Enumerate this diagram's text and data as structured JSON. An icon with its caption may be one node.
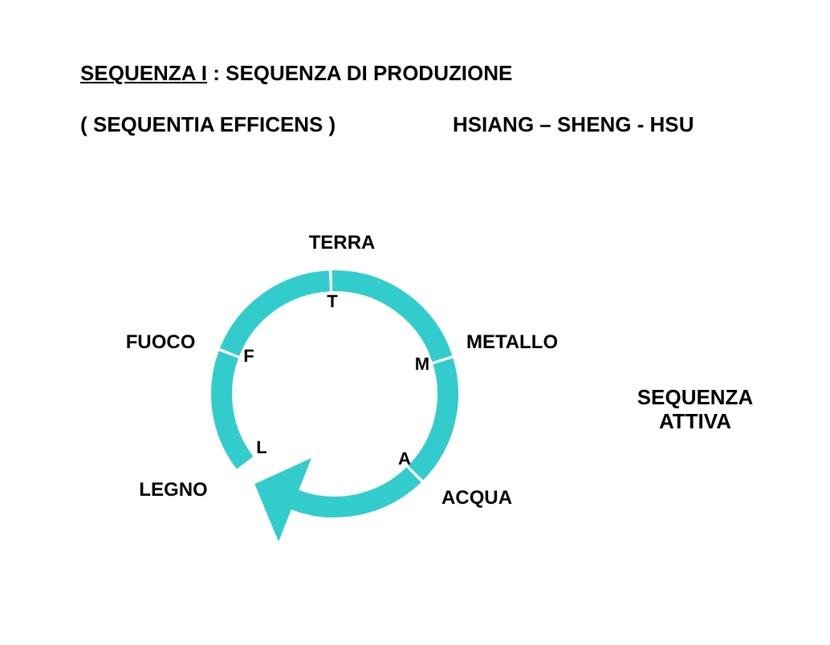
{
  "diagram": {
    "title": "SEQUENZA I : SEQUENZA DI PRODUZIONE",
    "nodes": [
      {
        "text": [
          "T"
        ],
        "beside": [
          "TERRA"
        ]
      },
      {
        "text": [
          "M"
        ],
        "beside": [
          "METALLO"
        ]
      },
      {
        "text": [
          "A"
        ],
        "beside": [
          "ACQUA"
        ]
      },
      {
        "text": [
          "L"
        ],
        "beside": [
          "LEGNO"
        ]
      },
      {
        "text": [
          "F"
        ],
        "beside": [
          "FUOCO"
        ]
      }
    ],
    "edges": [
      {
        "from": 0,
        "to": 1,
        "arrow": "none"
      },
      {
        "from": 1,
        "to": 2,
        "arrow": "none"
      },
      {
        "from": 2,
        "to": 3,
        "arrow": "to"
      },
      {
        "from": 3,
        "to": 4,
        "arrow": "none"
      },
      {
        "from": 4,
        "to": 0,
        "arrow": "none"
      }
    ],
    "labels": [
      "( SEQUENTIA EFFICENS )",
      "HSIANG – SHENG - HSU",
      "SEQUENZA ATTIVA"
    ]
  }
}
